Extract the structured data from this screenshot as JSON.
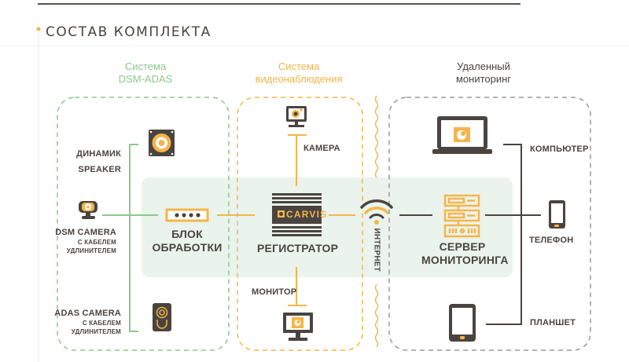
{
  "section": {
    "title": "СОСТАВ КОМПЛЕКТА",
    "accent_color": "#f5b54a"
  },
  "colors": {
    "green": "#8cc98a",
    "orange": "#f5b54a",
    "dark": "#4a4440",
    "gray": "#9a9a9a",
    "panel": "#eaf3ec"
  },
  "groups": {
    "dsm_adas": {
      "line1": "Система",
      "line2": "DSM-ADAS"
    },
    "video": {
      "line1": "Система",
      "line2": "видеонаблюдения"
    },
    "remote": {
      "line1": "Удаленный",
      "line2": "мониторинг"
    }
  },
  "devices": {
    "speaker": {
      "line1": "ДИНАМИК",
      "line2": "SPEAKER",
      "icon": "speaker-icon"
    },
    "dsm_camera": {
      "line1": "DSM CAMERA",
      "line2": "С КАБЕЛЕМ",
      "line3": "УДЛИНИТЕЛЕМ",
      "icon": "webcam-icon"
    },
    "adas_camera": {
      "line1": "ADAS CAMERA",
      "line2": "С КАБЕЛЕМ",
      "line3": "УДЛИНИТЕЛЕМ",
      "icon": "adas-camera-icon"
    },
    "processing_unit": {
      "line1": "БЛОК",
      "line2": "ОБРАБОТКИ",
      "icon": "processing-unit-icon"
    },
    "camera": {
      "label": "КАМЕРА",
      "icon": "camera-icon"
    },
    "recorder": {
      "label": "РЕГИСТРАТОР",
      "brand": "CARVIS",
      "icon": "recorder-icon"
    },
    "monitor": {
      "label": "МОНИТОР",
      "icon": "monitor-icon"
    },
    "internet": {
      "label": "ИНТЕРНЕТ",
      "icon": "wifi-icon"
    },
    "server": {
      "line1": "СЕРВЕР",
      "line2": "МОНИТОРИНГА",
      "icon": "server-icon"
    },
    "computer": {
      "label": "КОМПЬЮТЕР",
      "icon": "laptop-icon"
    },
    "phone": {
      "label": "ТЕЛЕФОН",
      "icon": "phone-icon"
    },
    "tablet": {
      "label": "ПЛАНШЕТ",
      "icon": "tablet-icon"
    }
  }
}
